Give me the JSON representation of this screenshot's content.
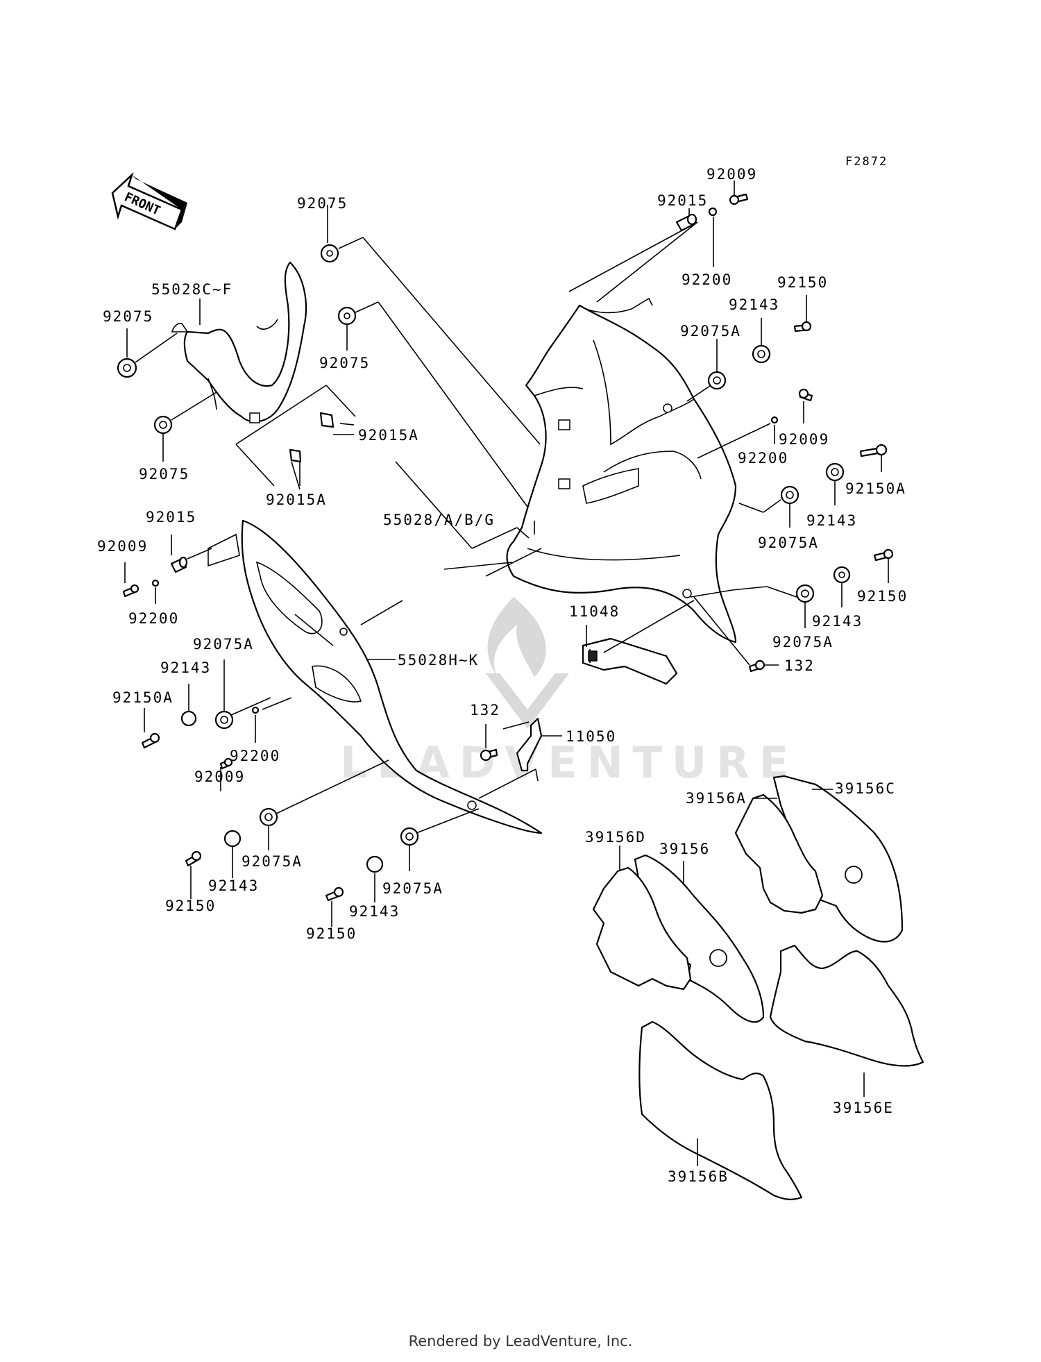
{
  "figure_id": "F2872",
  "front_label": "FRONT",
  "footer": "Rendered by LeadVenture, Inc.",
  "watermark": "LEADVENTURE",
  "callouts": {
    "c92009_top": "92009",
    "c92015_top": "92015",
    "c92200_top": "92200",
    "c92150_top": "92150",
    "c92143_top": "92143",
    "c92075A_top": "92075A",
    "c92075_a": "92075",
    "c55028CF": "55028C~F",
    "c92075_b": "92075",
    "c92075_c": "92075",
    "c92075_d": "92075",
    "c92015A_a": "92015A",
    "c92015A_b": "92015A",
    "c55028ABG": "55028/A/B/G",
    "c92200_mid": "92200",
    "c92009_mid": "92009",
    "c92150A_r": "92150A",
    "c92143_r1": "92143",
    "c92075A_r1": "92075A",
    "c92150_r": "92150",
    "c92143_r2": "92143",
    "c92075A_r2": "92075A",
    "c11048": "11048",
    "c132_r": "132",
    "c92015_l": "92015",
    "c92009_l": "92009",
    "c92200_l": "92200",
    "c55028HK": "55028H~K",
    "c92075A_l": "92075A",
    "c92143_l": "92143",
    "c92150A_l": "92150A",
    "c92200_l2": "92200",
    "c92009_l2": "92009",
    "c132_m": "132",
    "c11050": "11050",
    "c92075A_b1": "92075A",
    "c92143_b1": "92143",
    "c92150_b1": "92150",
    "c92143_b2": "92143",
    "c92075A_b2": "92075A",
    "c92150_b2": "92150",
    "c39156A": "39156A",
    "c39156C": "39156C",
    "c39156D": "39156D",
    "c39156": "39156",
    "c39156E": "39156E",
    "c39156B": "39156B"
  }
}
